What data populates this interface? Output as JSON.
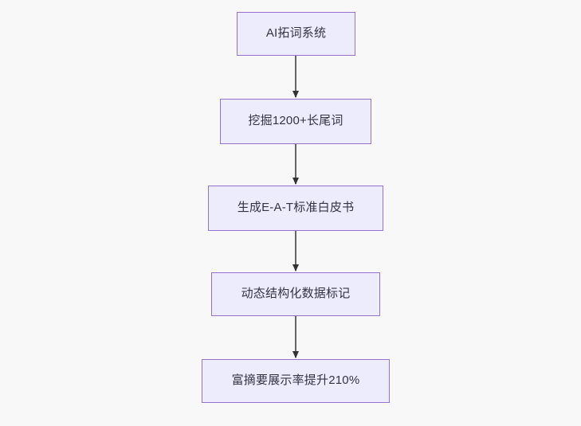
{
  "diagram": {
    "type": "flowchart",
    "direction": "top-to-bottom",
    "background_color": "#f8f8f8",
    "node_fill_color": "#ececfc",
    "node_border_color": "#9672cd",
    "node_text_color": "#333344",
    "edge_color": "#666666",
    "nodes": [
      {
        "id": "node-0",
        "label": "AI拓词系统"
      },
      {
        "id": "node-1",
        "label": "挖掘1200+长尾词"
      },
      {
        "id": "node-2",
        "label": "生成E-A-T标准白皮书"
      },
      {
        "id": "node-3",
        "label": "动态结构化数据标记"
      },
      {
        "id": "node-4",
        "label": "富摘要展示率提升210%"
      }
    ],
    "edges": [
      {
        "from": "node-0",
        "to": "node-1",
        "label": ""
      },
      {
        "from": "node-1",
        "to": "node-2",
        "label": ""
      },
      {
        "from": "node-2",
        "to": "node-3",
        "label": ""
      },
      {
        "from": "node-3",
        "to": "node-4",
        "label": ""
      }
    ]
  }
}
